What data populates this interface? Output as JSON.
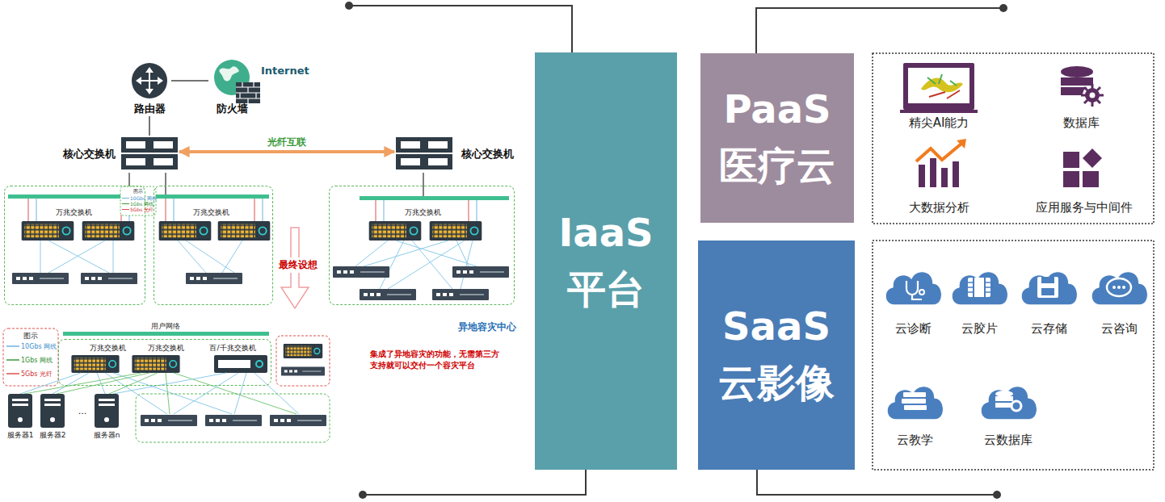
{
  "diagram": {
    "nodes": [
      {
        "text": [
          "路由器"
        ]
      },
      {
        "text": [
          "防火墙"
        ]
      },
      {
        "text": [
          "核心交换机"
        ]
      },
      {
        "text": [
          "核心交换机"
        ]
      },
      {
        "text": [
          "万兆交换机"
        ]
      },
      {
        "text": [
          "万兆交换机"
        ]
      },
      {
        "text": [
          "万兆交换机",
          "异地容灾中心"
        ]
      },
      {
        "text": [
          "万兆交换机",
          "万兆交换机",
          "百/千兆交换机"
        ]
      },
      {
        "text": [
          "IaaS 平台"
        ]
      },
      {
        "text": [
          "PaaS 医疗云"
        ]
      },
      {
        "text": [
          "SaaS 云影像"
        ]
      }
    ],
    "edges": [
      {
        "from": 0,
        "to": 1,
        "arrow": "none"
      },
      {
        "from": 0,
        "to": 2,
        "arrow": "none"
      },
      {
        "from": 2,
        "to": 3,
        "label": "光纤互联",
        "arrow": "both"
      },
      {
        "from": 2,
        "to": 4,
        "arrow": "none"
      },
      {
        "from": 2,
        "to": 5,
        "arrow": "none"
      },
      {
        "from": 3,
        "to": 6,
        "arrow": "none"
      }
    ],
    "labels": [
      "Internet",
      "图示",
      "最终设想",
      "图示",
      "用户网络",
      "服务器1",
      "服务器2",
      "...",
      "服务器n",
      "集成了异地容灾的功能，无需第三方支持就可以交付一个容灾平台",
      "精尖AI能力",
      "数据库",
      "大数据分析",
      "应用服务与中间件",
      "云诊断",
      "云胶片",
      "云存储",
      "云咨询",
      "云教学",
      "云数据库"
    ],
    "legend": [
      {
        "text": "10Gbs 网线"
      },
      {
        "text": "1Gbs 网线"
      },
      {
        "text": "5Gbs 光纤"
      },
      {
        "text": "10Gbs 网线"
      },
      {
        "text": "1Gbs 网线"
      },
      {
        "text": "5Gbs 光纤"
      }
    ]
  }
}
